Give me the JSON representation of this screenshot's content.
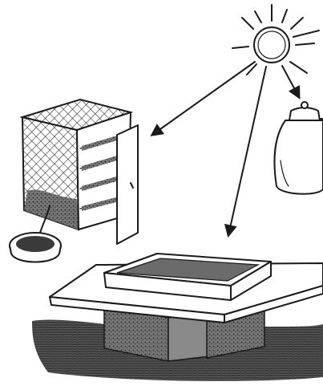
{
  "illustration": {
    "elements": [
      "sun",
      "storage-jar",
      "mesh-drying-cabinet",
      "collection-dish",
      "drying-tray-on-raised-platform",
      "ground"
    ],
    "colors": {
      "ink": "#1a1a1a",
      "paper": "#ffffff",
      "ground": "#4a4a4a",
      "tray_floor": "#6b6b6b"
    }
  }
}
